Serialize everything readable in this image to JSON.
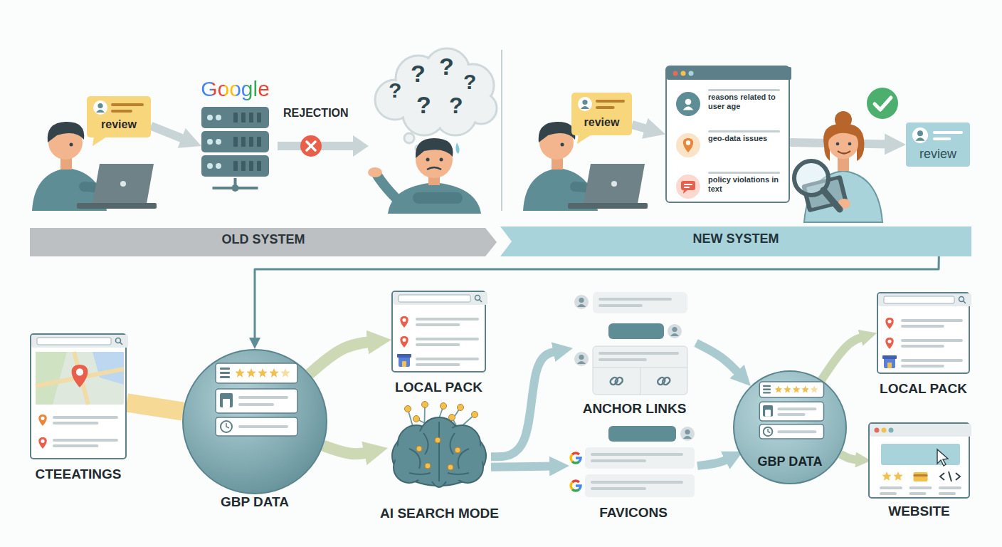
{
  "diagram": {
    "nodes": [
      {
        "text": [
          "review"
        ]
      },
      {
        "text": [
          "Google"
        ]
      },
      {
        "text": [
          "review"
        ]
      },
      {
        "text": [
          "reasons related to user age",
          "geo-data issues",
          "policy violations in text"
        ]
      },
      {
        "text": [
          "review"
        ]
      },
      {
        "text": [
          "OLD SYSTEM"
        ]
      },
      {
        "text": [
          "NEW SYSTEM"
        ]
      },
      {
        "text": [
          "CTEEATINGS"
        ]
      },
      {
        "text": [
          "GBP DATA"
        ]
      },
      {
        "text": [
          "LOCAL PACK"
        ]
      },
      {
        "text": [
          "AI SEARCH MODE"
        ]
      },
      {
        "text": [
          "ANCHOR LINKS"
        ]
      },
      {
        "text": [
          "FAVICONS"
        ]
      },
      {
        "text": [
          "GBP DATA"
        ]
      },
      {
        "text": [
          "LOCAL PACK"
        ]
      },
      {
        "text": [
          "WEBSITE"
        ]
      }
    ],
    "edges": [
      {
        "from": 0,
        "to": 1,
        "arrow": "to"
      },
      {
        "from": 2,
        "to": 3,
        "arrow": "to"
      },
      {
        "from": 3,
        "to": 4,
        "arrow": "to"
      },
      {
        "from": 6,
        "to": 8,
        "arrow": "to"
      },
      {
        "from": 7,
        "to": 8,
        "arrow": "none"
      },
      {
        "from": 8,
        "to": 9,
        "arrow": "to"
      },
      {
        "from": 8,
        "to": 10,
        "arrow": "to"
      },
      {
        "from": 10,
        "to": 11,
        "arrow": "to"
      },
      {
        "from": 10,
        "to": 12,
        "arrow": "to"
      },
      {
        "from": 11,
        "to": 13,
        "arrow": "to"
      },
      {
        "from": 12,
        "to": 13,
        "arrow": "to"
      },
      {
        "from": 13,
        "to": 14,
        "arrow": "to"
      },
      {
        "from": 13,
        "to": 15,
        "arrow": "to"
      }
    ],
    "labels": [
      "REJECTION",
      "?",
      "?",
      "?",
      "?",
      "?",
      "?"
    ]
  }
}
